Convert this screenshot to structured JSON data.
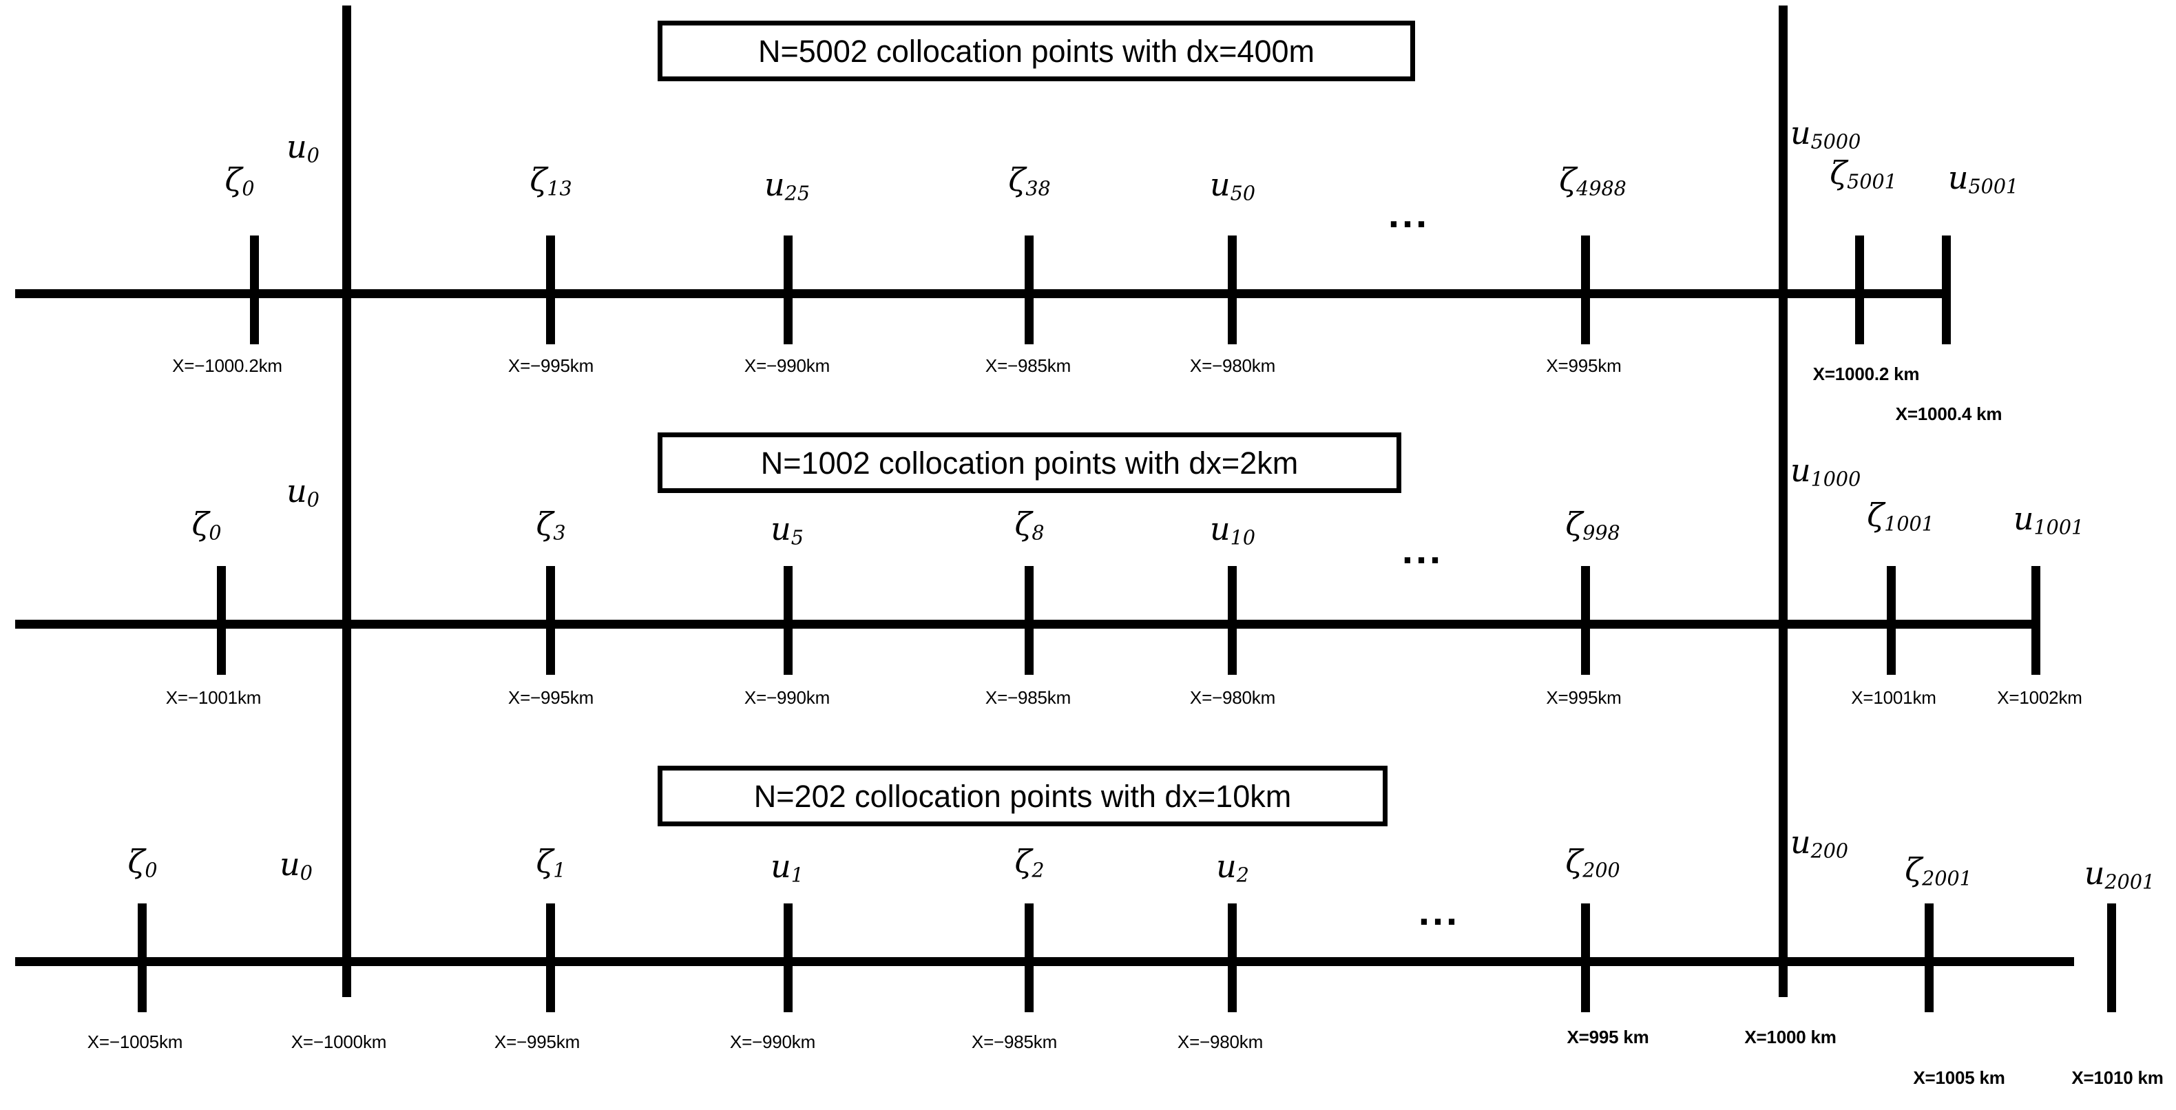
{
  "figure": {
    "description": "Three collocation point grid layouts with staggered zeta and u nodes",
    "background_color": "#ffffff",
    "ink_color": "#000000"
  },
  "rows": [
    {
      "id": "row-1",
      "title": "N=5002 collocation points with dx=400m",
      "nodes": [
        {
          "sym": "ζ",
          "sub": "0",
          "x_label": "X=−1000.2km"
        },
        {
          "sym": "u",
          "sub": "0",
          "x_label": ""
        },
        {
          "sym": "ζ",
          "sub": "13",
          "x_label": "X=−995km"
        },
        {
          "sym": "u",
          "sub": "25",
          "x_label": "X=−990km"
        },
        {
          "sym": "ζ",
          "sub": "38",
          "x_label": "X=−985km"
        },
        {
          "sym": "u",
          "sub": "50",
          "x_label": "X=−980km"
        },
        {
          "sym": "ζ",
          "sub": "4988",
          "x_label": "X=995km"
        },
        {
          "sym": "u",
          "sub": "5000",
          "x_label": ""
        },
        {
          "sym": "ζ",
          "sub": "5001",
          "x_label": "X=1000.2 km"
        },
        {
          "sym": "u",
          "sub": "5001",
          "x_label": "X=1000.4 km"
        }
      ],
      "ellipsis": "..."
    },
    {
      "id": "row-2",
      "title": "N=1002 collocation points with dx=2km",
      "nodes": [
        {
          "sym": "ζ",
          "sub": "0",
          "x_label": "X=−1001km"
        },
        {
          "sym": "u",
          "sub": "0",
          "x_label": ""
        },
        {
          "sym": "ζ",
          "sub": "3",
          "x_label": "X=−995km"
        },
        {
          "sym": "u",
          "sub": "5",
          "x_label": "X=−990km"
        },
        {
          "sym": "ζ",
          "sub": "8",
          "x_label": "X=−985km"
        },
        {
          "sym": "u",
          "sub": "10",
          "x_label": "X=−980km"
        },
        {
          "sym": "ζ",
          "sub": "998",
          "x_label": "X=995km"
        },
        {
          "sym": "u",
          "sub": "1000",
          "x_label": ""
        },
        {
          "sym": "ζ",
          "sub": "1001",
          "x_label": "X=1001km"
        },
        {
          "sym": "u",
          "sub": "1001",
          "x_label": "X=1002km"
        }
      ],
      "ellipsis": "..."
    },
    {
      "id": "row-3",
      "title": "N=202 collocation points with dx=10km",
      "nodes": [
        {
          "sym": "ζ",
          "sub": "0",
          "x_label": "X=−1005km"
        },
        {
          "sym": "u",
          "sub": "0",
          "x_label": "X=−1000km"
        },
        {
          "sym": "ζ",
          "sub": "1",
          "x_label": "X=−995km"
        },
        {
          "sym": "u",
          "sub": "1",
          "x_label": "X=−990km"
        },
        {
          "sym": "ζ",
          "sub": "2",
          "x_label": "X=−985km"
        },
        {
          "sym": "u",
          "sub": "2",
          "x_label": "X=−980km"
        },
        {
          "sym": "ζ",
          "sub": "200",
          "x_label": "X=995 km"
        },
        {
          "sym": "u",
          "sub": "200",
          "x_label": "X=1000 km"
        },
        {
          "sym": "ζ",
          "sub": "2001",
          "x_label": "X=1005 km"
        },
        {
          "sym": "u",
          "sub": "2001",
          "x_label": "X=1010 km"
        }
      ],
      "ellipsis": "..."
    }
  ]
}
